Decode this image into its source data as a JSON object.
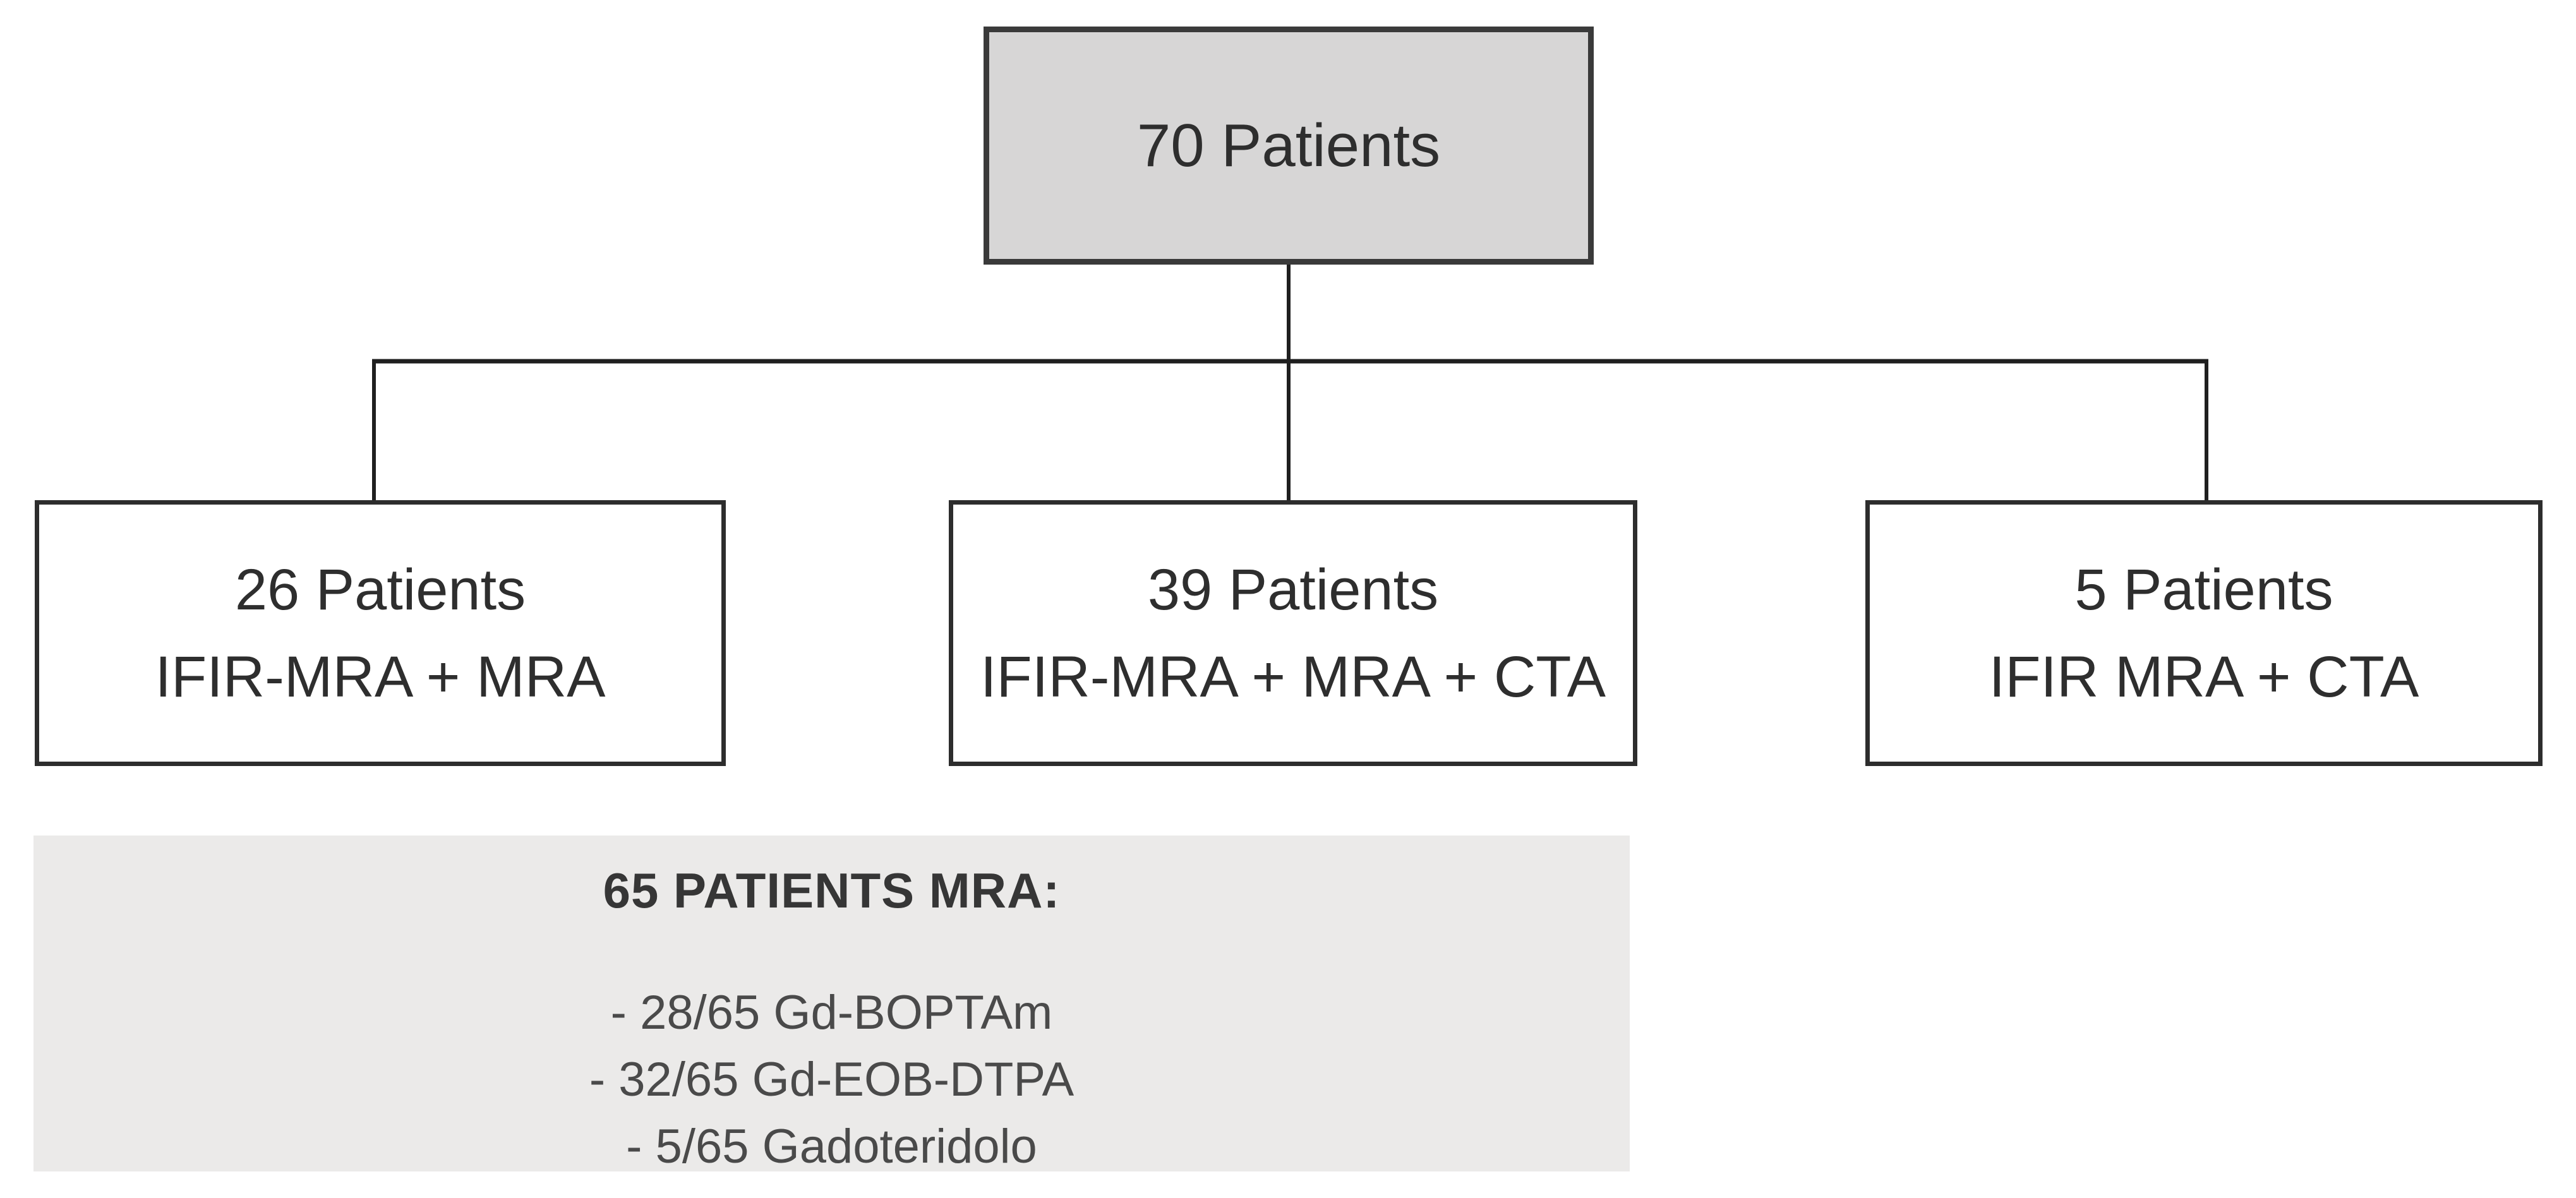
{
  "page": {
    "background": "#ffffff"
  },
  "flowchart": {
    "root": {
      "label": "70 Patients"
    },
    "branches": [
      {
        "count_line": "26 Patients",
        "modality_line": "IFIR-MRA + MRA"
      },
      {
        "count_line": "39 Patients",
        "modality_line": "IFIR-MRA + MRA + CTA"
      },
      {
        "count_line": "5 Patients",
        "modality_line": "IFIR MRA + CTA"
      }
    ],
    "note": {
      "title": "65 PATIENTS MRA:",
      "items": [
        "- 28/65 Gd-BOPTAm",
        "- 32/65 Gd-EOB-DTPA",
        "- 5/65 Gadoteridolo"
      ]
    },
    "colors": {
      "root_fill": "#d7d6d6",
      "root_border": "#3a3a3a",
      "branch_fill": "#ffffff",
      "branch_border": "#2d2d2d",
      "note_fill": "#ebeae9",
      "connector": "#1f1f1f",
      "text_primary": "#2e2e2e",
      "note_title_color": "#363636",
      "note_text_color": "#4a4a4a"
    }
  }
}
